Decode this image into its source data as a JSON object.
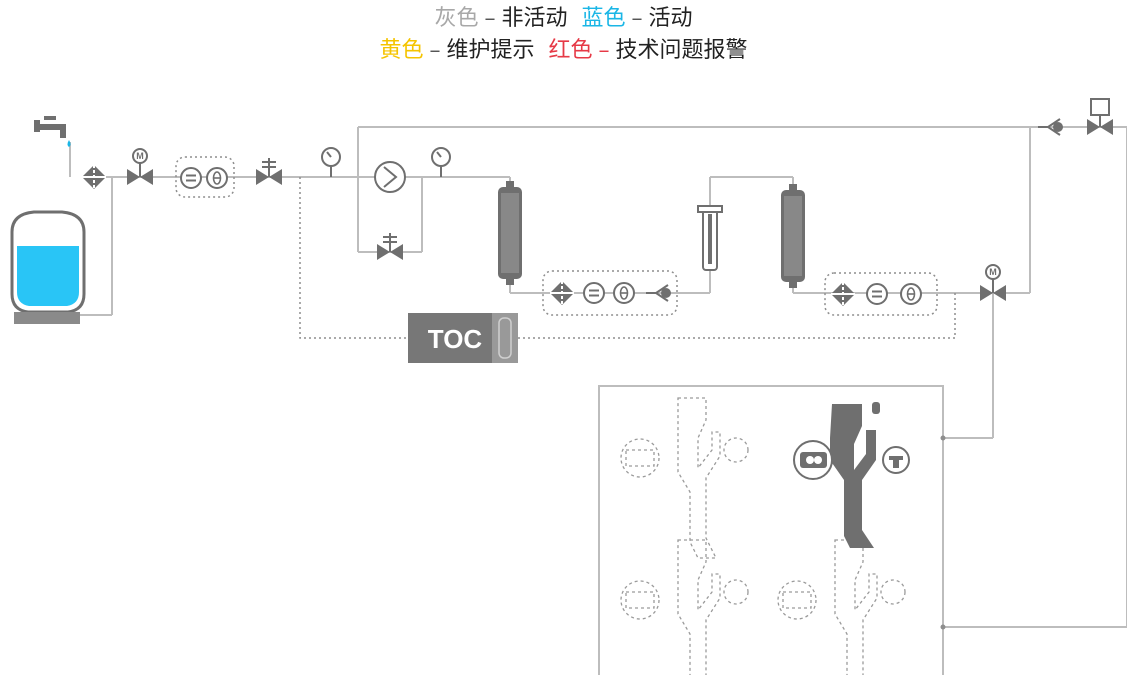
{
  "legend": {
    "gray_word": "灰色",
    "gray_desc": "非活动",
    "blue_word": "蓝色",
    "blue_desc": "活动",
    "yellow_word": "黄色",
    "yellow_desc": "维护提示",
    "red_word": "红色",
    "red_desc": "技术问题报警",
    "separator": "–"
  },
  "toc_label": "TOC",
  "motor_label": "M",
  "colors": {
    "gray": "#a8a8a8",
    "blue": "#1ab6e6",
    "yellow": "#f5c400",
    "red": "#e63946",
    "line": "#bdbdbd",
    "component": "#6f6f6f",
    "water": "#29c5f6"
  },
  "icons": [
    "tap-icon",
    "water-tank-icon",
    "filter-icon",
    "motor-valve-icon",
    "conductivity-sensor-icon",
    "temperature-sensor-icon",
    "regulating-valve-icon",
    "pressure-gauge-icon",
    "pump-icon",
    "cartridge-icon",
    "check-valve-icon",
    "toc-monitor-icon",
    "dispenser-icon"
  ]
}
